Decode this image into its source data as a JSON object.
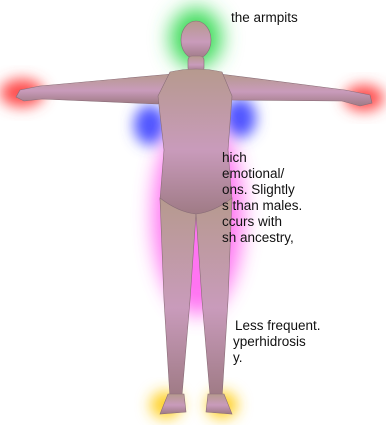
{
  "text_blocks": [
    {
      "lines": [
        "the armpits"
      ]
    },
    {
      "lines": [
        "hich",
        "emotional/",
        "ons. Slightly",
        "s than males.",
        "ccurs with",
        "sh ancestry,"
      ]
    },
    {
      "lines": [
        "Less frequent.",
        "yperhidrosis",
        "y."
      ]
    }
  ],
  "figure": {
    "glow_colors": {
      "head": "#3ddc5a",
      "hands": "#ff4b4b",
      "armpits": "#4f55ff",
      "torso": "#ff5bf0",
      "feet": "#ffd12a"
    },
    "skin_color": "#c89ab8"
  }
}
